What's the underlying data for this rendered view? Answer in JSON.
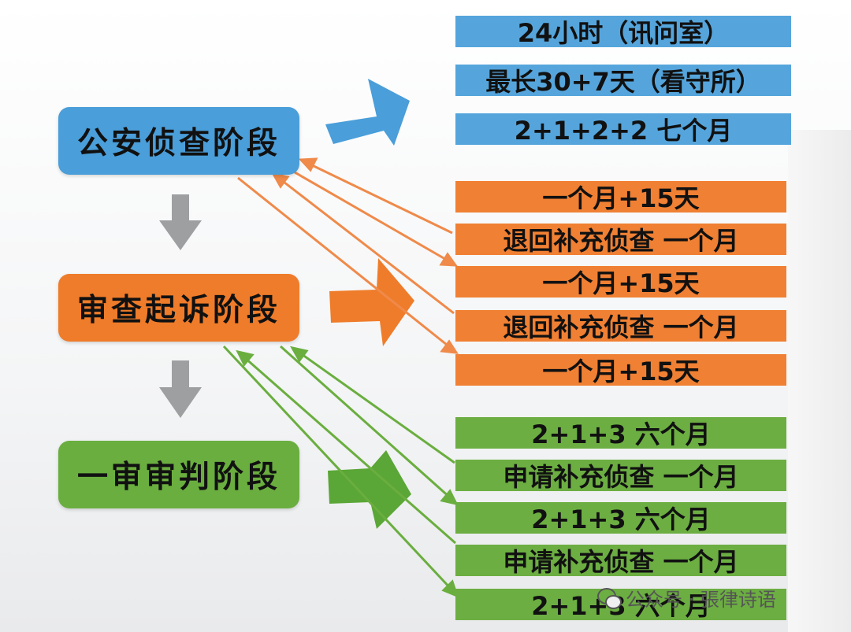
{
  "stages": {
    "investigation": "公安侦查阶段",
    "prosecution": "审查起诉阶段",
    "trial": "一审审判阶段"
  },
  "bars": {
    "blue": [
      "24小时（讯问室）",
      "最长30+7天（看守所）",
      "2+1+2+2 七个月"
    ],
    "orange": [
      "一个月+15天",
      "退回补充侦查 一个月",
      "一个月+15天",
      "退回补充侦查 一个月",
      "一个月+15天"
    ],
    "green": [
      "2+1+3 六个月",
      "申请补充侦查 一个月",
      "2+1+3 六个月",
      "申请补充侦查 一个月",
      "2+1+3 六个月"
    ]
  },
  "watermark": "公众号 · 張律诗语",
  "colors": {
    "blue": "#4a9ed9",
    "orange": "#ef7c2a",
    "green": "#6aae3f",
    "down_arrow": "#9d9fa1"
  }
}
